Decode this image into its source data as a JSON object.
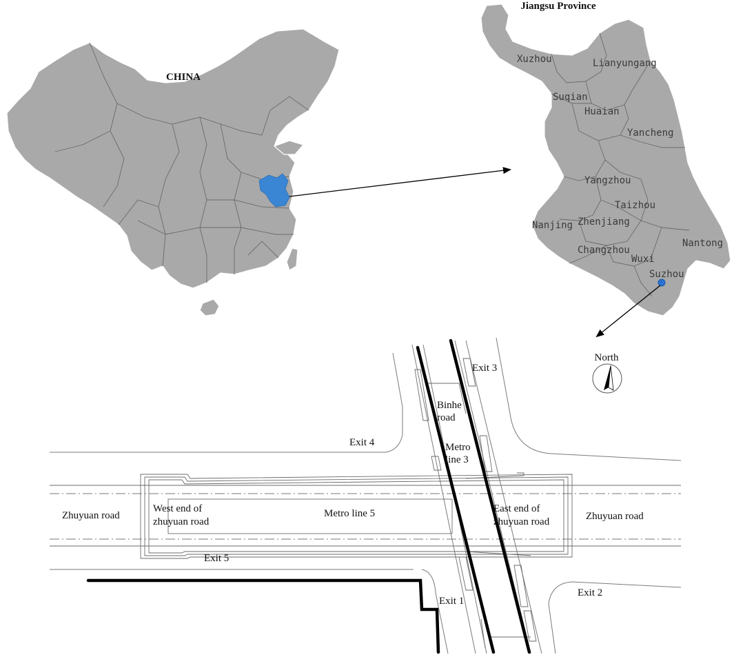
{
  "china_map": {
    "label": "CHINA",
    "highlight_color": "#3a86d4",
    "fill_color": "#a9a9a9"
  },
  "jiangsu_map": {
    "title": "Jiangsu Province",
    "cities": [
      "Xuzhou",
      "Lianyungang",
      "Suqian",
      "Huaian",
      "Yancheng",
      "Yangzhou",
      "Taizhou",
      "Nanjing",
      "Zhenjiang",
      "Changzhou",
      "Wuxi",
      "Nantong",
      "Suzhou"
    ],
    "marker_city": "Suzhou",
    "marker_color": "#2a72d0"
  },
  "site_plan": {
    "compass_label": "North",
    "labels": {
      "exit_1": "Exit 1",
      "exit_2": "Exit 2",
      "exit_3": "Exit 3",
      "exit_4": "Exit 4",
      "exit_5": "Exit 5",
      "binhe_road": [
        "Binhe",
        "road"
      ],
      "metro_line_3": [
        "Metro",
        "line 3"
      ],
      "metro_line_5": "Metro line 5",
      "west_end": [
        "West end of",
        "zhuyuan road"
      ],
      "east_end": [
        "East end of",
        "zhuyuan road"
      ],
      "zhuyuan_road_west": "Zhuyuan road",
      "zhuyuan_road_east": "Zhuyuan road"
    }
  }
}
